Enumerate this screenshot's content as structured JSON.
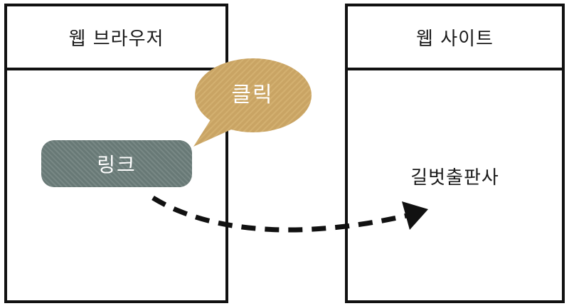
{
  "browser": {
    "title": "웹 브라우저"
  },
  "site": {
    "title": "웹 사이트",
    "content": "길벗출판사"
  },
  "link": {
    "label": "링크"
  },
  "bubble": {
    "label": "클릭"
  },
  "colors": {
    "link_fill": "#6e7f7c",
    "bubble_fill": "#c9a464",
    "border": "#111111",
    "arrow": "#111111"
  }
}
